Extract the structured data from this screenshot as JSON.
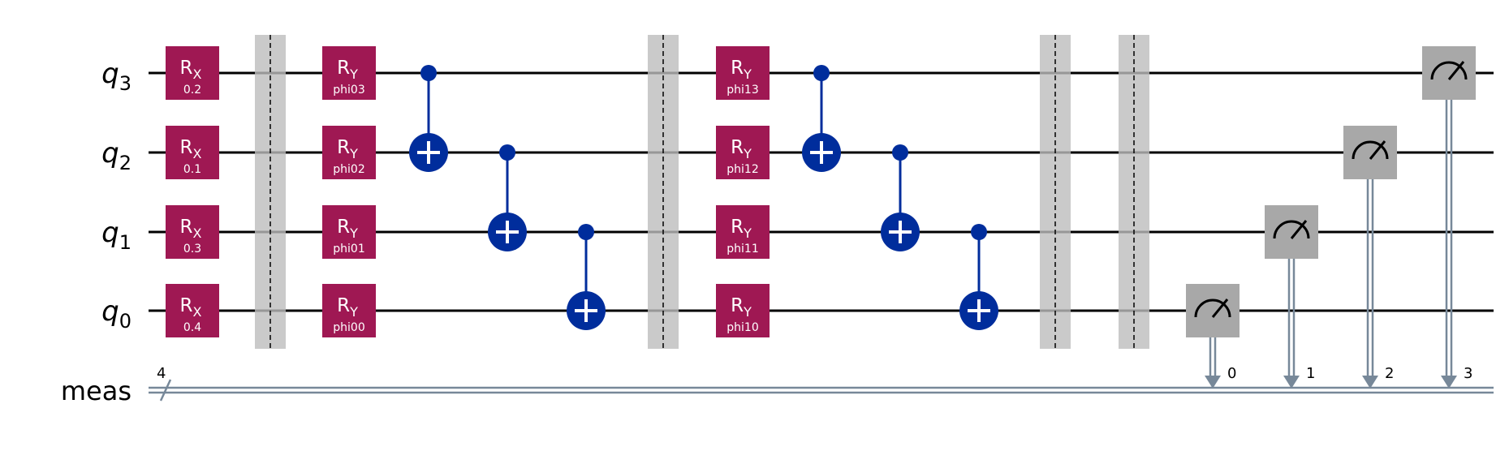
{
  "circuit": {
    "qubits": [
      {
        "name": "q",
        "index": "3"
      },
      {
        "name": "q",
        "index": "2"
      },
      {
        "name": "q",
        "index": "1"
      },
      {
        "name": "q",
        "index": "0"
      }
    ],
    "classical_register": {
      "name": "meas",
      "size": "4"
    },
    "layer1_gates": [
      {
        "qubit": "3",
        "label": "R",
        "sub": "X",
        "param": "0.2"
      },
      {
        "qubit": "2",
        "label": "R",
        "sub": "X",
        "param": "0.1"
      },
      {
        "qubit": "1",
        "label": "R",
        "sub": "X",
        "param": "0.3"
      },
      {
        "qubit": "0",
        "label": "R",
        "sub": "X",
        "param": "0.4"
      }
    ],
    "layer2_gates": [
      {
        "qubit": "3",
        "label": "R",
        "sub": "Y",
        "param": "phi03"
      },
      {
        "qubit": "2",
        "label": "R",
        "sub": "Y",
        "param": "phi02"
      },
      {
        "qubit": "1",
        "label": "R",
        "sub": "Y",
        "param": "phi01"
      },
      {
        "qubit": "0",
        "label": "R",
        "sub": "Y",
        "param": "phi00"
      }
    ],
    "layer3_gates": [
      {
        "qubit": "3",
        "label": "R",
        "sub": "Y",
        "param": "phi13"
      },
      {
        "qubit": "2",
        "label": "R",
        "sub": "Y",
        "param": "phi12"
      },
      {
        "qubit": "1",
        "label": "R",
        "sub": "Y",
        "param": "phi11"
      },
      {
        "qubit": "0",
        "label": "R",
        "sub": "Y",
        "param": "phi10"
      }
    ],
    "cnot_block_1": [
      {
        "control": "3",
        "target": "2"
      },
      {
        "control": "2",
        "target": "1"
      },
      {
        "control": "1",
        "target": "0"
      }
    ],
    "cnot_block_2": [
      {
        "control": "3",
        "target": "2"
      },
      {
        "control": "2",
        "target": "1"
      },
      {
        "control": "1",
        "target": "0"
      }
    ],
    "measurements": [
      {
        "qubit": "0",
        "bit": "0"
      },
      {
        "qubit": "1",
        "bit": "1"
      },
      {
        "qubit": "2",
        "bit": "2"
      },
      {
        "qubit": "3",
        "bit": "3"
      }
    ],
    "barrier_count": 4
  },
  "colors": {
    "rotation_gate": "#9f1853",
    "cnot": "#002d9c",
    "barrier": "#bdbdbd",
    "measure_box": "#a8a8a8",
    "classical_wire": "#778899",
    "wire": "#000000"
  },
  "icons": {
    "measure": "measure-gauge-icon",
    "cnot_target": "plus-circle-icon"
  }
}
